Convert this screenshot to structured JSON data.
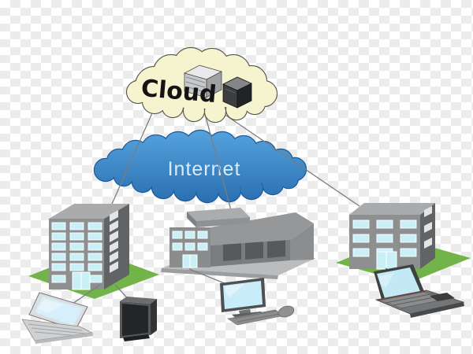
{
  "diagram": {
    "type": "network-topology-illustration",
    "labels": {
      "cloud": "Cloud",
      "internet": "Internet"
    },
    "colors": {
      "background_checker_light": "#ffffff",
      "background_checker_dark": "#ececec",
      "cloud_fill": "#f6f3cf",
      "cloud_outline": "#56554b",
      "cloud_text": "#141414",
      "internet_fill_top": "#55a2de",
      "internet_fill_bottom": "#2a6fb0",
      "internet_outline": "#1a5a9a",
      "internet_text": "#d6ecfb",
      "connection_line": "#7b7d7f",
      "building_front": "#8d8f91",
      "building_side": "#616365",
      "building_roof": "#a9abad",
      "window": "#c9eff7",
      "grass": "#73b44a",
      "screen_blue": "#c9ecf9",
      "device_dark": "#2b2d2f",
      "device_light": "#d8d9da"
    },
    "nodes": [
      {
        "id": "cloud-servers",
        "label": "Cloud",
        "icon": "cloud-with-two-server-cubes"
      },
      {
        "id": "internet",
        "label": "Internet",
        "icon": "blue-cloud"
      },
      {
        "id": "building-left",
        "icon": "office-building-6-floors"
      },
      {
        "id": "building-middle",
        "icon": "low-office-warehouse-building"
      },
      {
        "id": "building-right",
        "icon": "office-building-3-floors"
      },
      {
        "id": "laptop-left",
        "icon": "laptop"
      },
      {
        "id": "desktop-tower-left",
        "icon": "desktop-tower"
      },
      {
        "id": "workstation-middle",
        "icon": "monitor-keyboard-mouse"
      },
      {
        "id": "laptop-right",
        "icon": "laptop"
      }
    ],
    "connections": [
      {
        "from": "cloud-servers",
        "to": "building-left"
      },
      {
        "from": "cloud-servers",
        "to": "building-middle"
      },
      {
        "from": "cloud-servers",
        "to": "building-right"
      },
      {
        "from": "building-left",
        "to": "laptop-left"
      },
      {
        "from": "building-left",
        "to": "desktop-tower-left"
      },
      {
        "from": "building-middle",
        "to": "workstation-middle"
      },
      {
        "from": "building-right",
        "to": "laptop-right"
      }
    ]
  }
}
